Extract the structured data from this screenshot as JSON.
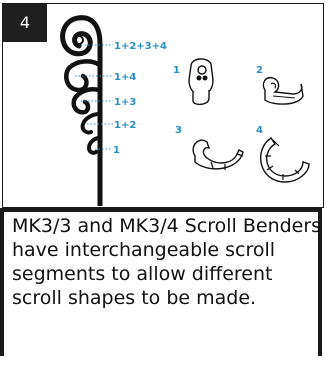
{
  "step_number": "4",
  "colors": {
    "label_blue": "#2a8fc4",
    "frame": "#1a1a1a"
  },
  "scroll_labels": [
    "1+2+3+4",
    "1+4",
    "1+3",
    "1+2",
    "1"
  ],
  "segment_labels": [
    "1",
    "2",
    "3",
    "4"
  ],
  "caption": "MK3/3 and MK3/4 Scroll Benders have interchangeable scroll segments to allow different scroll shapes to be made."
}
